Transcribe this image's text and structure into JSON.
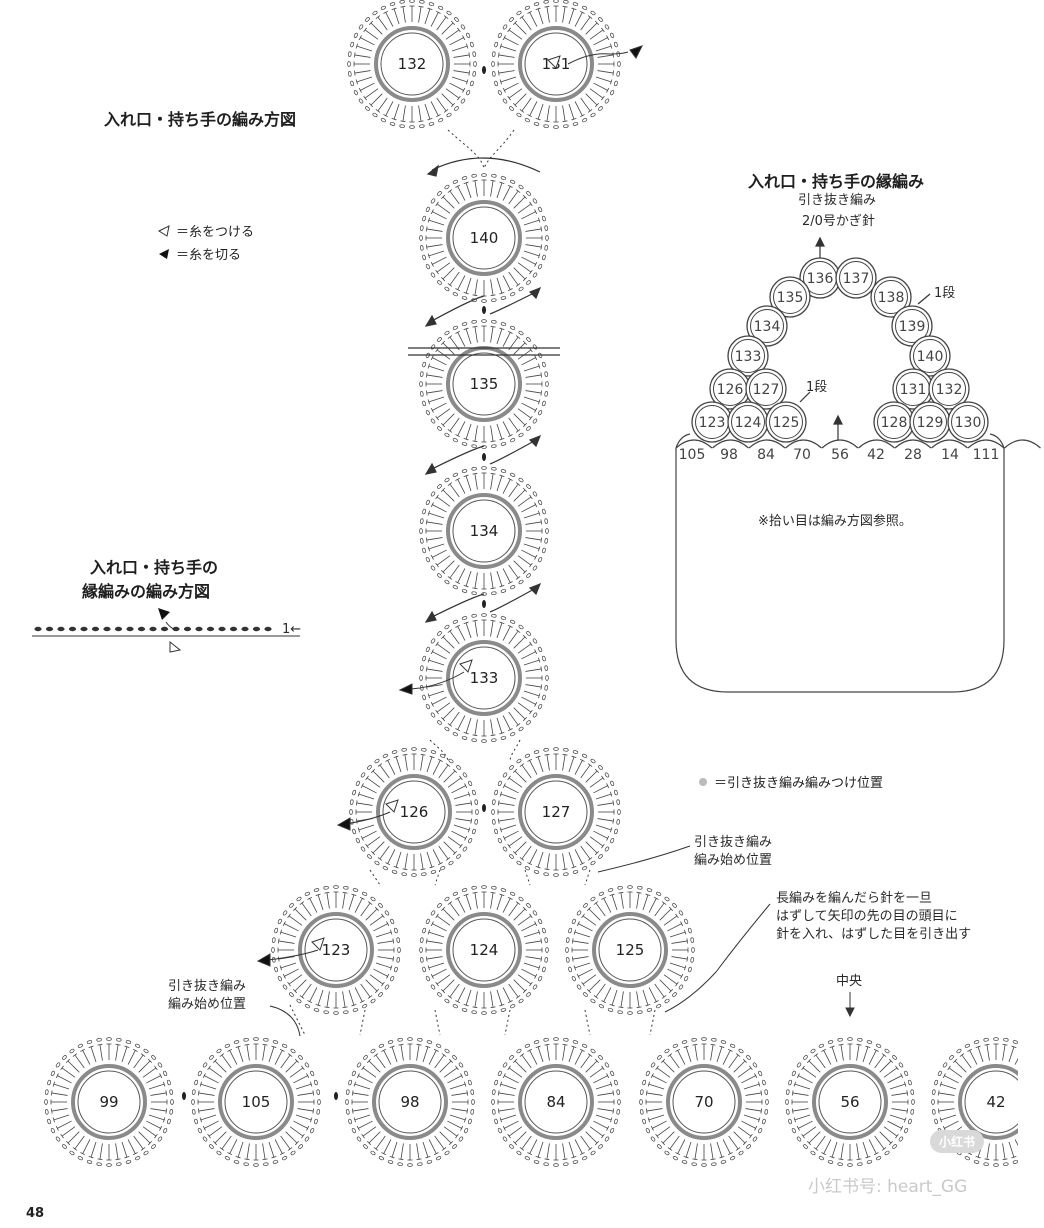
{
  "titles": {
    "main_chart": "入れ口・持ち手の編み方図",
    "edge_title": "入れ口・持ち手の縁編み",
    "edge_sub1": "引き抜き編み",
    "edge_sub2": "2/0号かぎ針",
    "edge_chart_l1": "入れ口・持ち手の",
    "edge_chart_l2": "縁編みの編み方図"
  },
  "legend": {
    "attach": "＝糸をつける",
    "cut": "＝糸を切る"
  },
  "notes": {
    "slip_position": "＝引き抜き編み編みつけ位置",
    "pickup_ref": "※拾い目は編み方図参照。",
    "start_right_l1": "引き抜き編み",
    "start_right_l2": "編み始め位置",
    "start_left_l1": "引き抜き編み",
    "start_left_l2": "編み始め位置",
    "join_l1": "長編みを編んだら針を一旦",
    "join_l2": "はずして矢印の先の目の頭目に",
    "join_l3": "針を入れ、はずした目を引き出す",
    "center": "中央",
    "row_label_1": "1段",
    "row_label_2": "1段",
    "row_marker": "1←"
  },
  "motifs": {
    "main": [
      "132",
      "131",
      "140",
      "135",
      "134",
      "133",
      "126",
      "127",
      "123",
      "124",
      "125",
      "99",
      "105",
      "98",
      "84",
      "70",
      "56",
      "42"
    ],
    "schematic_top": [
      "136",
      "137",
      "135",
      "138",
      "134",
      "139",
      "133",
      "140",
      "126",
      "127",
      "131",
      "132",
      "123",
      "124",
      "125",
      "128",
      "129",
      "130"
    ],
    "schematic_base": [
      "105",
      "98",
      "84",
      "70",
      "56",
      "42",
      "28",
      "14",
      "111"
    ]
  },
  "page_number": "48",
  "watermark": "小红书号: heart_GG",
  "watermark_logo": "小红书",
  "colors": {
    "line": "#333333",
    "ring": "#8a8a8a"
  }
}
